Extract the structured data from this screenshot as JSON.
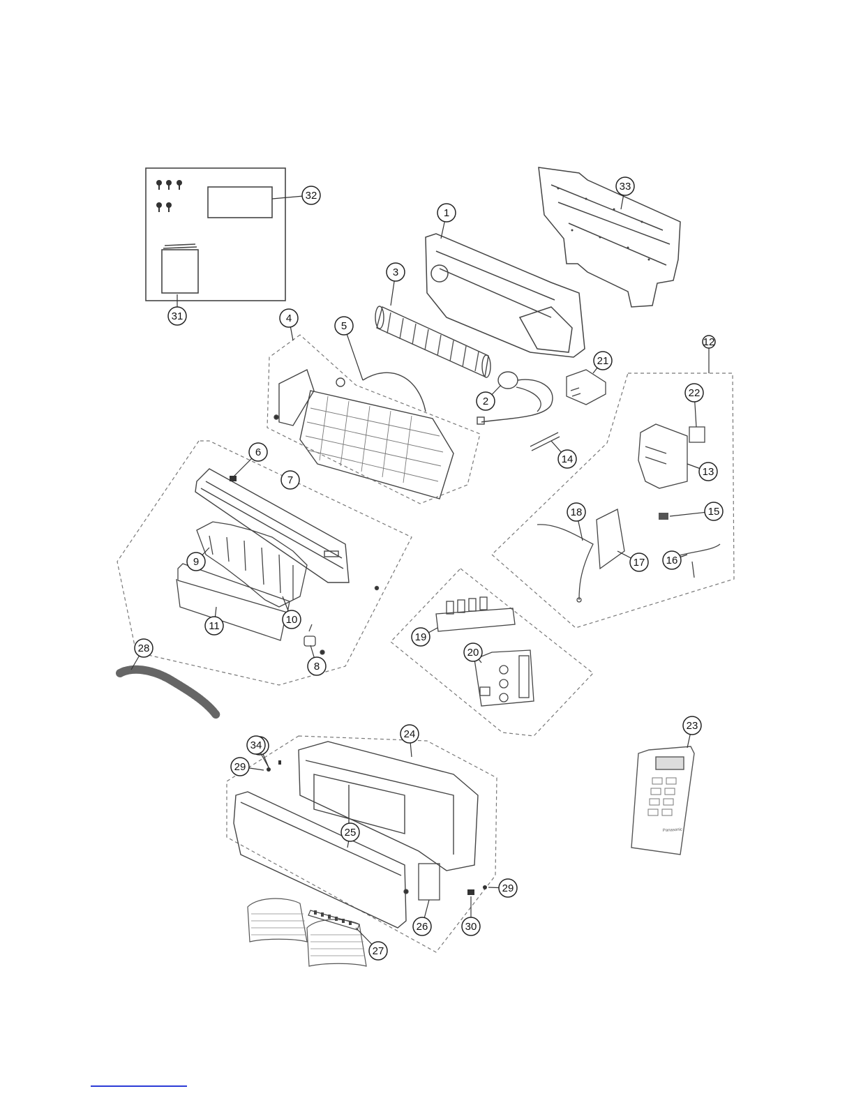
{
  "diagram": {
    "callouts": [
      "1",
      "2",
      "3",
      "4",
      "5",
      "6",
      "7",
      "8",
      "9",
      "10",
      "11",
      "12",
      "13",
      "14",
      "15",
      "16",
      "17",
      "18",
      "19",
      "20",
      "21",
      "22",
      "23",
      "24",
      "25",
      "26",
      "27",
      "28",
      "29",
      "29",
      "30",
      "30",
      "31",
      "32",
      "33",
      "34"
    ]
  },
  "parts": {
    "front_panel_label": "",
    "remote_brand": "Panasonic"
  },
  "colors": {
    "line": "#333333",
    "dash": "#666666",
    "accent": "#2b3bd6"
  }
}
